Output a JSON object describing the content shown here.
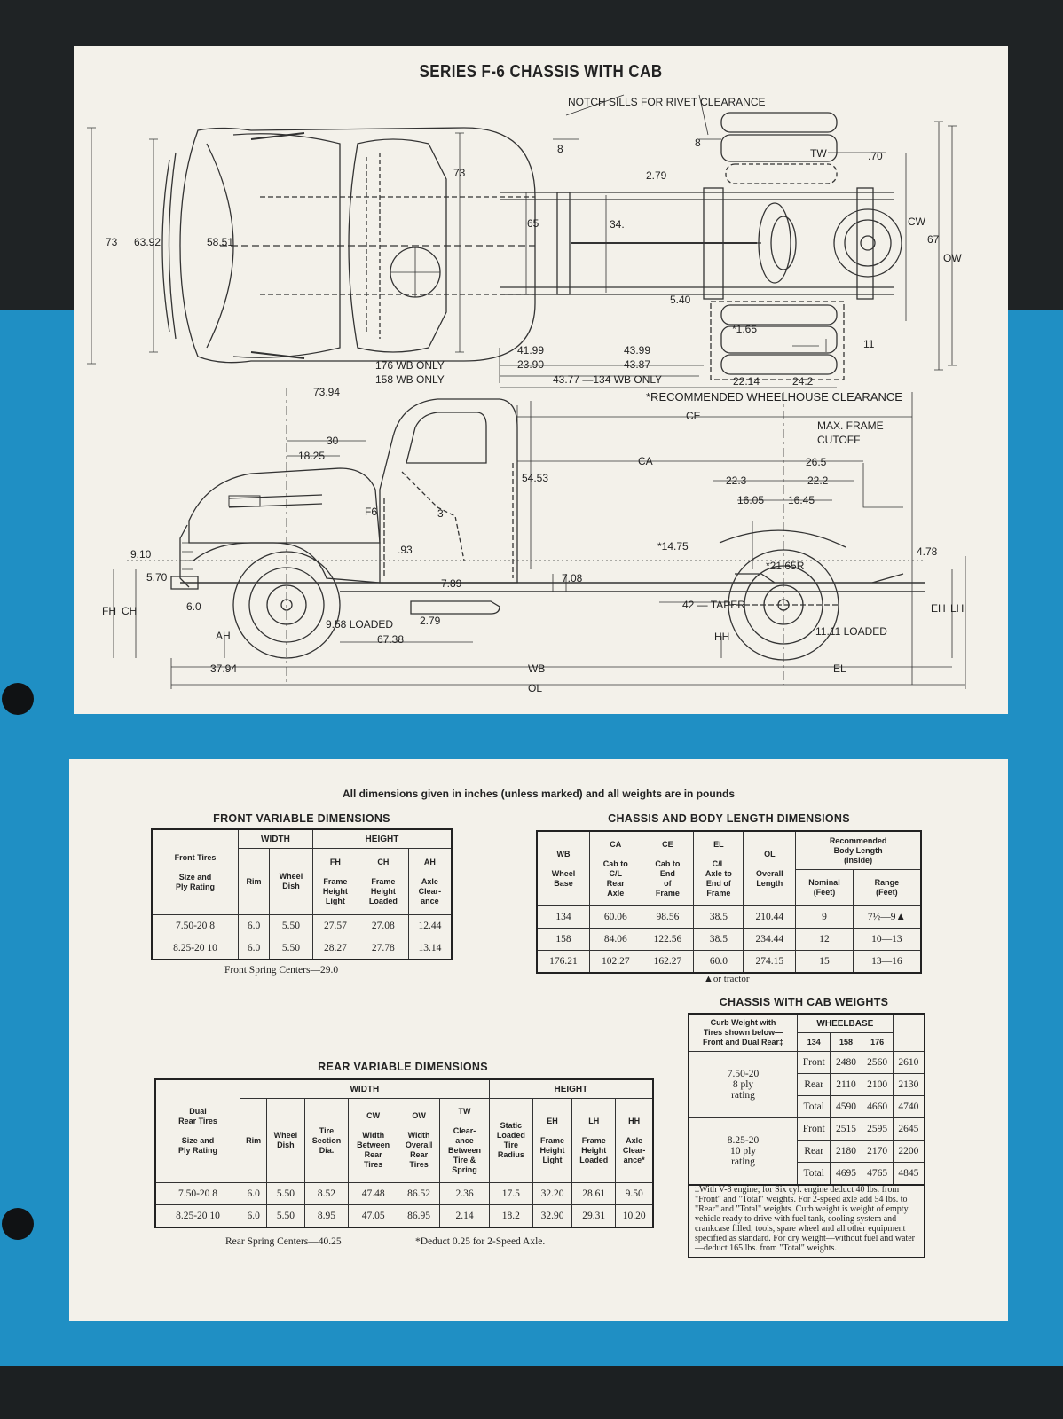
{
  "drawing": {
    "title": "SERIES F-6 CHASSIS WITH CAB",
    "plan_labels": {
      "notch": "NOTCH SILLS FOR RIVET CLEARANCE",
      "wb176": "176  WB ONLY",
      "wb158": "158  WB ONLY",
      "wb134": "43.77 —134  WB ONLY",
      "wheelhouse": "*RECOMMENDED WHEELHOUSE CLEARANCE",
      "d73a": "73",
      "d6392": "63.92",
      "d5851": "58.51",
      "d73b": "73",
      "d65": "65",
      "d34": "34.",
      "d8a": "8",
      "d8b": "8",
      "d279": "2.79",
      "tw": "TW",
      "d70": ".70",
      "cw": "CW",
      "d67": "67",
      "ow": "OW",
      "d540": "5.40",
      "d165": "*1.65",
      "d11": "11",
      "d4199": "41.99",
      "d2390": "23.90",
      "d4399": "43.99",
      "d4387": "43.87",
      "d2214": "22.14",
      "d242": "24.2"
    },
    "side_labels": {
      "d7394": "73.94",
      "ce": "CE",
      "maxframe1": "MAX. FRAME",
      "maxframe2": "CUTOFF",
      "d30": "30",
      "d1825": "18.25",
      "ca1": "CA",
      "d5453": "54.53",
      "d265": "26.5",
      "d223a": "22.3",
      "d222": "22.2",
      "d1605": "16.05",
      "d1645": "16.45",
      "f6": "F6",
      "d3": "3",
      "d1475": "*14.75",
      "d93": ".93",
      "d2165r": "*21.65R",
      "d478": "4.78",
      "d910": "9.10",
      "d570": "5.70",
      "d789": "7.89",
      "d708": "7.08",
      "fh": "FH",
      "ch": "CH",
      "d60": "6.0",
      "taper": "42 — TAPER",
      "eh": "EH",
      "lh": "LH",
      "d958": "9.58 LOADED",
      "d279": "2.79",
      "ah": "AH",
      "hh": "HH",
      "d1111": "11.11   LOADED",
      "d6738": "67.38",
      "d3794": "37.94",
      "wb": "WB",
      "el": "EL",
      "ol": "OL"
    }
  },
  "note": "All dimensions given in inches (unless marked) and all weights are in pounds",
  "front": {
    "title": "FRONT VARIABLE DIMENSIONS",
    "h_tires": "Front Tires\n\nSize and\nPly Rating",
    "h_width": "WIDTH",
    "h_height": "HEIGHT",
    "h_rim": "Rim",
    "h_dish": "Wheel\nDish",
    "h_fh": "FH",
    "h_ch": "CH",
    "h_ah": "AH",
    "h_fh_d": "Frame\nHeight\nLight",
    "h_ch_d": "Frame\nHeight\nLoaded",
    "h_ah_d": "Axle\nClear-\nance",
    "rows": [
      [
        "7.50-20  8",
        "6.0",
        "5.50",
        "27.57",
        "27.08",
        "12.44"
      ],
      [
        "8.25-20 10",
        "6.0",
        "5.50",
        "28.27",
        "27.78",
        "13.14"
      ]
    ],
    "caption": "Front Spring Centers—29.0"
  },
  "chassis": {
    "title": "CHASSIS AND BODY LENGTH DIMENSIONS",
    "h_wb": "WB",
    "h_ca": "CA",
    "h_ce": "CE",
    "h_el": "EL",
    "h_ol": "OL",
    "h_wb_d": "Wheel\nBase",
    "h_ca_d": "Cab to\nC/L\nRear\nAxle",
    "h_ce_d": "Cab to\nEnd\nof\nFrame",
    "h_el_d": "C/L\nAxle to\nEnd of\nFrame",
    "h_ol_d": "Overall\nLength",
    "h_rec": "Recommended\nBody Length\n(Inside)",
    "h_nom": "Nominal\n(Feet)",
    "h_range": "Range\n(Feet)",
    "rows": [
      [
        "134",
        "60.06",
        "98.56",
        "38.5",
        "210.44",
        "9",
        "7½—9▲"
      ],
      [
        "158",
        "84.06",
        "122.56",
        "38.5",
        "234.44",
        "12",
        "10—13"
      ],
      [
        "176.21",
        "102.27",
        "162.27",
        "60.0",
        "274.15",
        "15",
        "13—16"
      ]
    ],
    "footnote": "▲or tractor"
  },
  "weights": {
    "title": "CHASSIS WITH CAB WEIGHTS",
    "h_curb": "Curb Weight with\nTires shown below—\nFront and Dual Rear‡",
    "h_wb": "WHEELBASE",
    "wbs": [
      "134",
      "158",
      "176"
    ],
    "groups": [
      {
        "tire": "7.50-20\n8 ply\nrating",
        "rows": [
          [
            "Front",
            "2480",
            "2560",
            "2610"
          ],
          [
            "Rear",
            "2110",
            "2100",
            "2130"
          ],
          [
            "Total",
            "4590",
            "4660",
            "4740"
          ]
        ]
      },
      {
        "tire": "8.25-20\n10 ply\nrating",
        "rows": [
          [
            "Front",
            "2515",
            "2595",
            "2645"
          ],
          [
            "Rear",
            "2180",
            "2170",
            "2200"
          ],
          [
            "Total",
            "4695",
            "4765",
            "4845"
          ]
        ]
      }
    ],
    "note": "‡With V-8 engine; for Six cyl. engine deduct 40 lbs. from \"Front\" and \"Total\" weights. For 2-speed axle add 54 lbs. to \"Rear\" and \"Total\" weights. Curb weight is weight of empty vehicle ready to drive with fuel tank, cooling system and crankcase filled; tools, spare wheel and all other equipment specified as standard. For dry weight—without fuel and water—deduct 165 lbs. from \"Total\" weights."
  },
  "rear": {
    "title": "REAR VARIABLE DIMENSIONS",
    "h_tires": "Dual\nRear Tires\n\nSize and\nPly Rating",
    "h_width": "WIDTH",
    "h_height": "HEIGHT",
    "h_rim": "Rim",
    "h_dish": "Wheel\nDish",
    "h_tsd": "Tire\nSection\nDia.",
    "h_cw": "CW",
    "h_ow": "OW",
    "h_tw": "TW",
    "h_eh": "EH",
    "h_lh": "LH",
    "h_hh": "HH",
    "h_cw_d": "Width\nBetween\nRear\nTires",
    "h_ow_d": "Width\nOverall\nRear\nTires",
    "h_tw_d": "Clear-\nance\nBetween\nTire &\nSpring",
    "h_static": "Static\nLoaded\nTire\nRadius",
    "h_eh_d": "Frame\nHeight\nLight",
    "h_lh_d": "Frame\nHeight\nLoaded",
    "h_hh_d": "Axle\nClear-\nance*",
    "rows": [
      [
        "7.50-20  8",
        "6.0",
        "5.50",
        "8.52",
        "47.48",
        "86.52",
        "2.36",
        "17.5",
        "32.20",
        "28.61",
        "9.50"
      ],
      [
        "8.25-20 10",
        "6.0",
        "5.50",
        "8.95",
        "47.05",
        "86.95",
        "2.14",
        "18.2",
        "32.90",
        "29.31",
        "10.20"
      ]
    ],
    "caption": "Rear Spring Centers—40.25",
    "deduct": "*Deduct 0.25 for 2-Speed Axle."
  }
}
